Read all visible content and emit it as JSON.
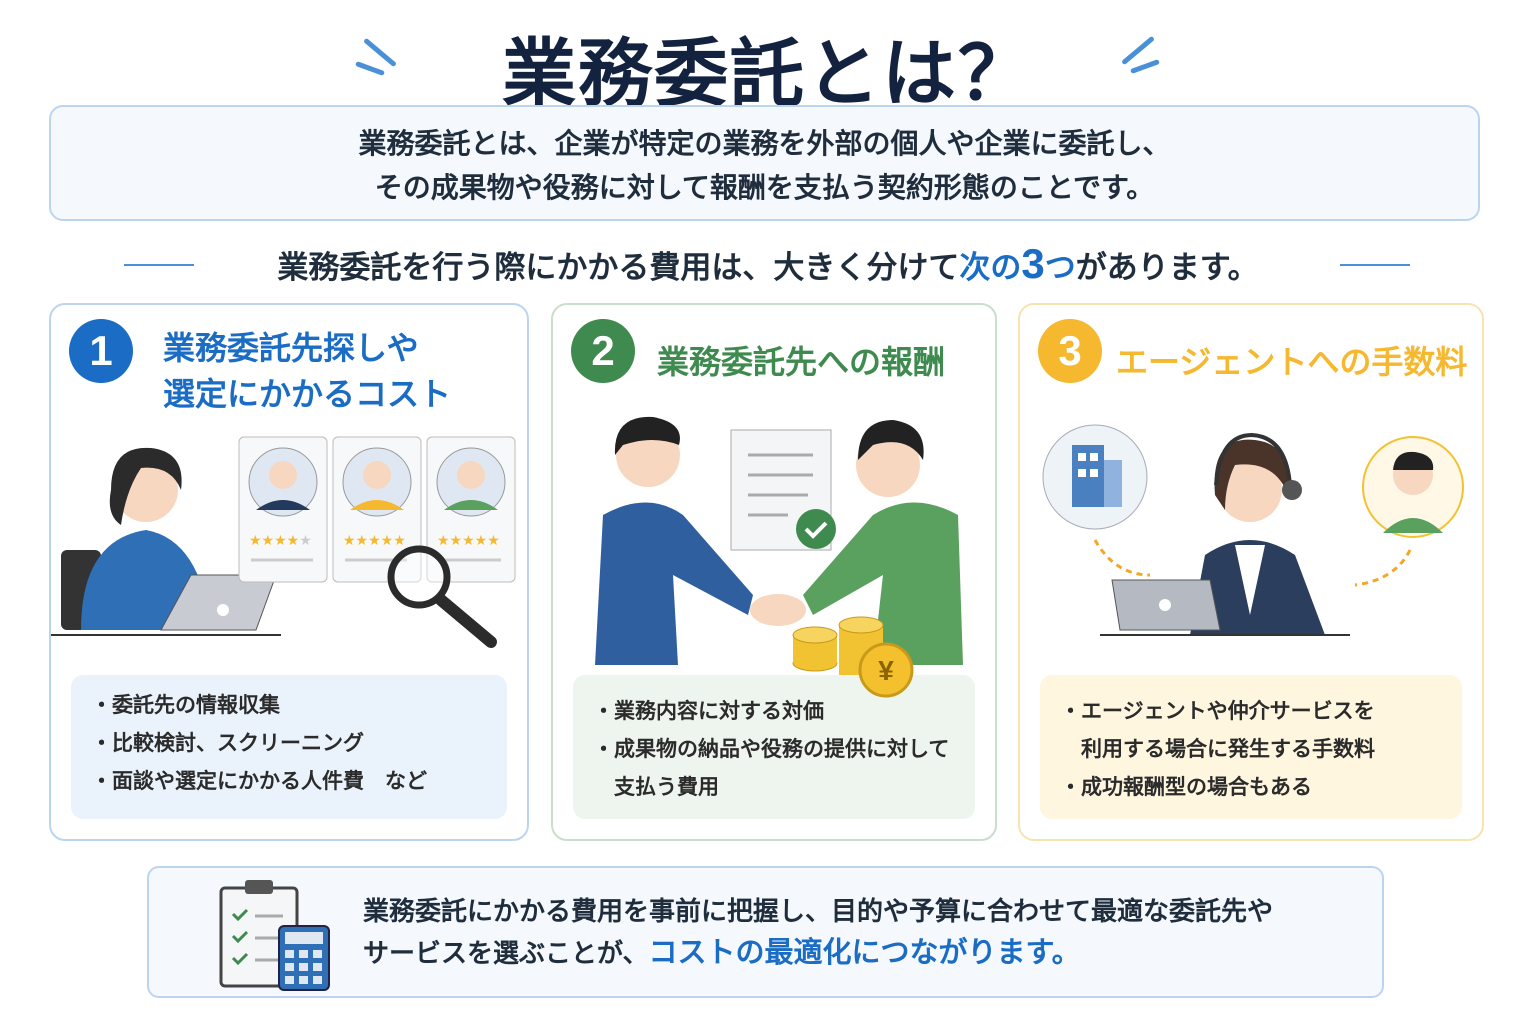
{
  "title": "業務委託とは？",
  "intro": {
    "line1": "業務委託とは、企業が特定の業務を外部の個人や企業に委託し、",
    "line2": "その成果物や役務に対して報酬を支払う契約形態のことです。"
  },
  "lead": {
    "pre": "業務委託を行う際にかかる費用は、大きく分けて",
    "hl1": "次の",
    "num": "3",
    "hl2": "つ",
    "post": "があります。"
  },
  "cards": [
    {
      "number": "1",
      "title1": "業務委託先探しや",
      "title2": "選定にかかるコスト",
      "color": "#1a6cc4",
      "items": [
        "・委託先の情報収集",
        "・比較検討、スクリーニング",
        "・面談や選定にかかる人件費　など"
      ]
    },
    {
      "number": "2",
      "title1": "業務委託先への報酬",
      "color": "#3f8a4f",
      "items": [
        "・業務内容に対する対価",
        "・成果物の納品や役務の提供に対して",
        "　支払う費用"
      ],
      "yen": "¥"
    },
    {
      "number": "3",
      "title1": "エージェントへの手数料",
      "color": "#f5b82e",
      "items": [
        "・エージェントや仲介サービスを",
        "　利用する場合に発生する手数料",
        "・成功報酬型の場合もある"
      ]
    }
  ],
  "summary": {
    "line1": "業務委託にかかる費用を事前に把握し、目的や予算に合わせて最適な委託先や",
    "line2_pre": "サービスを選ぶことが、",
    "line2_hl": "コストの最適化につながります。"
  }
}
